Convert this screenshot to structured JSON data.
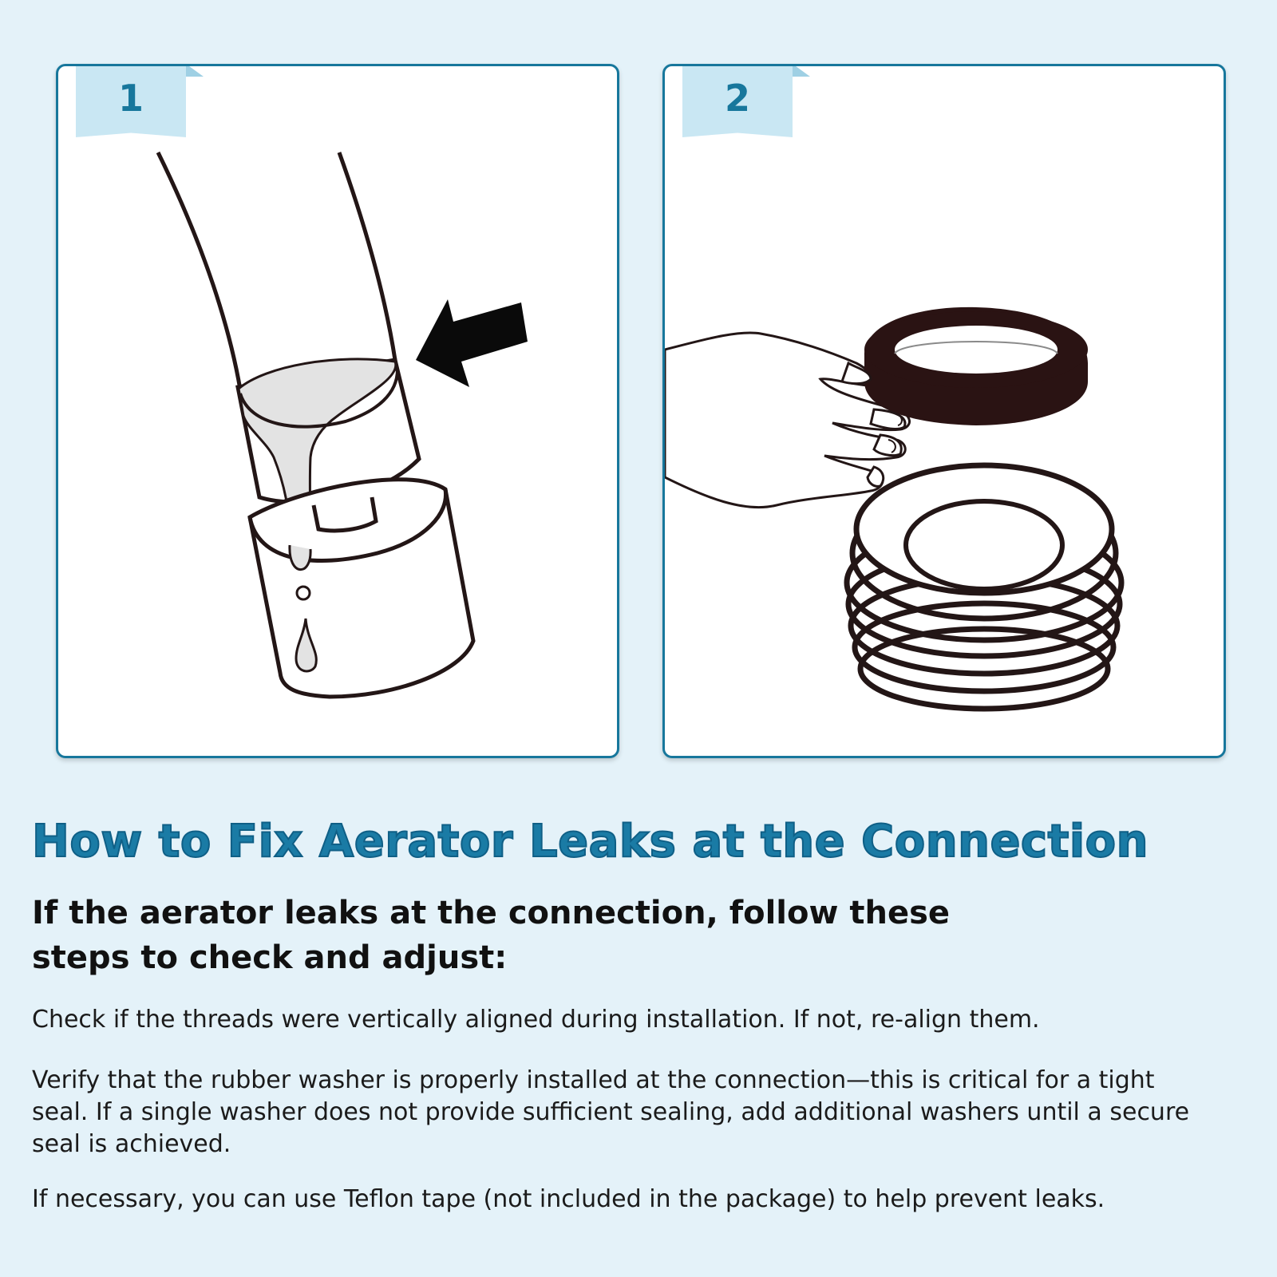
{
  "panels": [
    {
      "number": "1",
      "illustration": "leaking-faucet-aerator-with-arrow"
    },
    {
      "number": "2",
      "illustration": "hand-adding-rubber-washer-to-threaded-aerator"
    }
  ],
  "title": "How to Fix Aerator Leaks at the Connection",
  "subtitle": "If the aerator leaks at the connection, follow these steps to check and adjust:",
  "steps": [
    "Check if the threads were vertically aligned during installation. If not, re-align them.",
    "Verify that the rubber washer is properly installed at the connection—this is critical for a tight seal. If a single washer does not provide sufficient sealing, add additional washers until a secure seal is achieved.",
    "If necessary, you can use Teflon tape (not included in the package) to help prevent leaks."
  ],
  "colors": {
    "background": "#e4f2f9",
    "accent": "#1a7ba5",
    "badge": "#c9e7f3",
    "washer": "#2a1313"
  }
}
